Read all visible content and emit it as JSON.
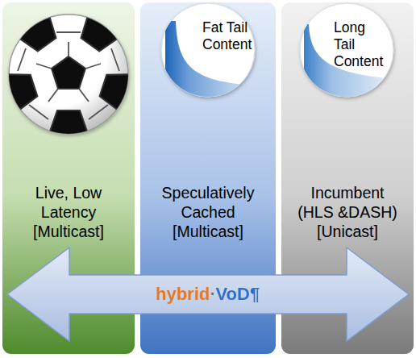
{
  "diagram": {
    "nodes": [
      {
        "text": [
          "Live, Low Latency [Multicast]"
        ]
      },
      {
        "text": [
          "Speculatively Cached [Multicast]"
        ]
      },
      {
        "text": [
          "Fat Tail Content"
        ],
        "in": 1
      },
      {
        "text": [
          "Incumbent (HLS &DASH) [Unicast]"
        ]
      },
      {
        "text": [
          "Long Tail Content"
        ],
        "in": 3
      },
      {
        "text": [
          "hybrid·VoD¶"
        ]
      }
    ]
  }
}
